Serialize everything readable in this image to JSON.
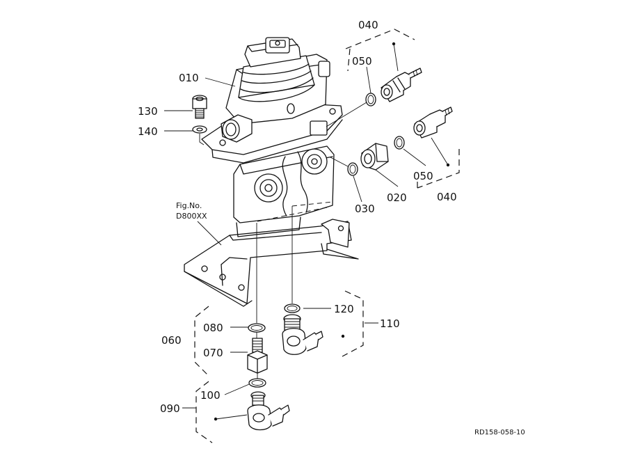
{
  "callouts": {
    "p010": "010",
    "p020": "020",
    "p030": "030",
    "p040_top": "040",
    "p040_bottom": "040",
    "p050_top": "050",
    "p050_bottom": "050",
    "p060": "060",
    "p070": "070",
    "p080": "080",
    "p090": "090",
    "p100": "100",
    "p110": "110",
    "p120": "120",
    "p130": "130",
    "p140": "140"
  },
  "figure_ref": {
    "line1": "Fig.No.",
    "line2": "D800XX"
  },
  "drawing_code": "RD158-058-10"
}
